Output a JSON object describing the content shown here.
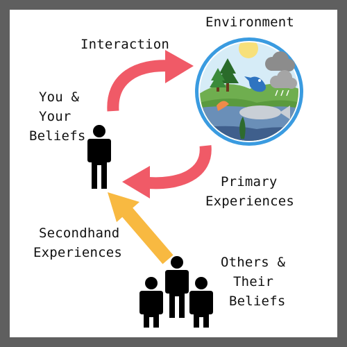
{
  "labels": {
    "environment": "Environment",
    "interaction": "Interaction",
    "you_line1": "You &",
    "you_line2": "Your",
    "you_line3": "Beliefs",
    "primary_line1": "Primary",
    "primary_line2": "Experiences",
    "secondhand_line1": "Secondhand",
    "secondhand_line2": "Experiences",
    "others_line1": "Others &",
    "others_line2": "Their",
    "others_line3": "Beliefs"
  },
  "colors": {
    "border": "#5f5f5f",
    "arrow_interaction": "#f05a67",
    "arrow_primary": "#f05a67",
    "arrow_secondhand": "#f8b941",
    "circle_ring": "#3a9be0",
    "figure": "#000000"
  },
  "icons": {
    "person": "person-icon",
    "group": "people-group-icon",
    "environment": "environment-scene-icon"
  }
}
